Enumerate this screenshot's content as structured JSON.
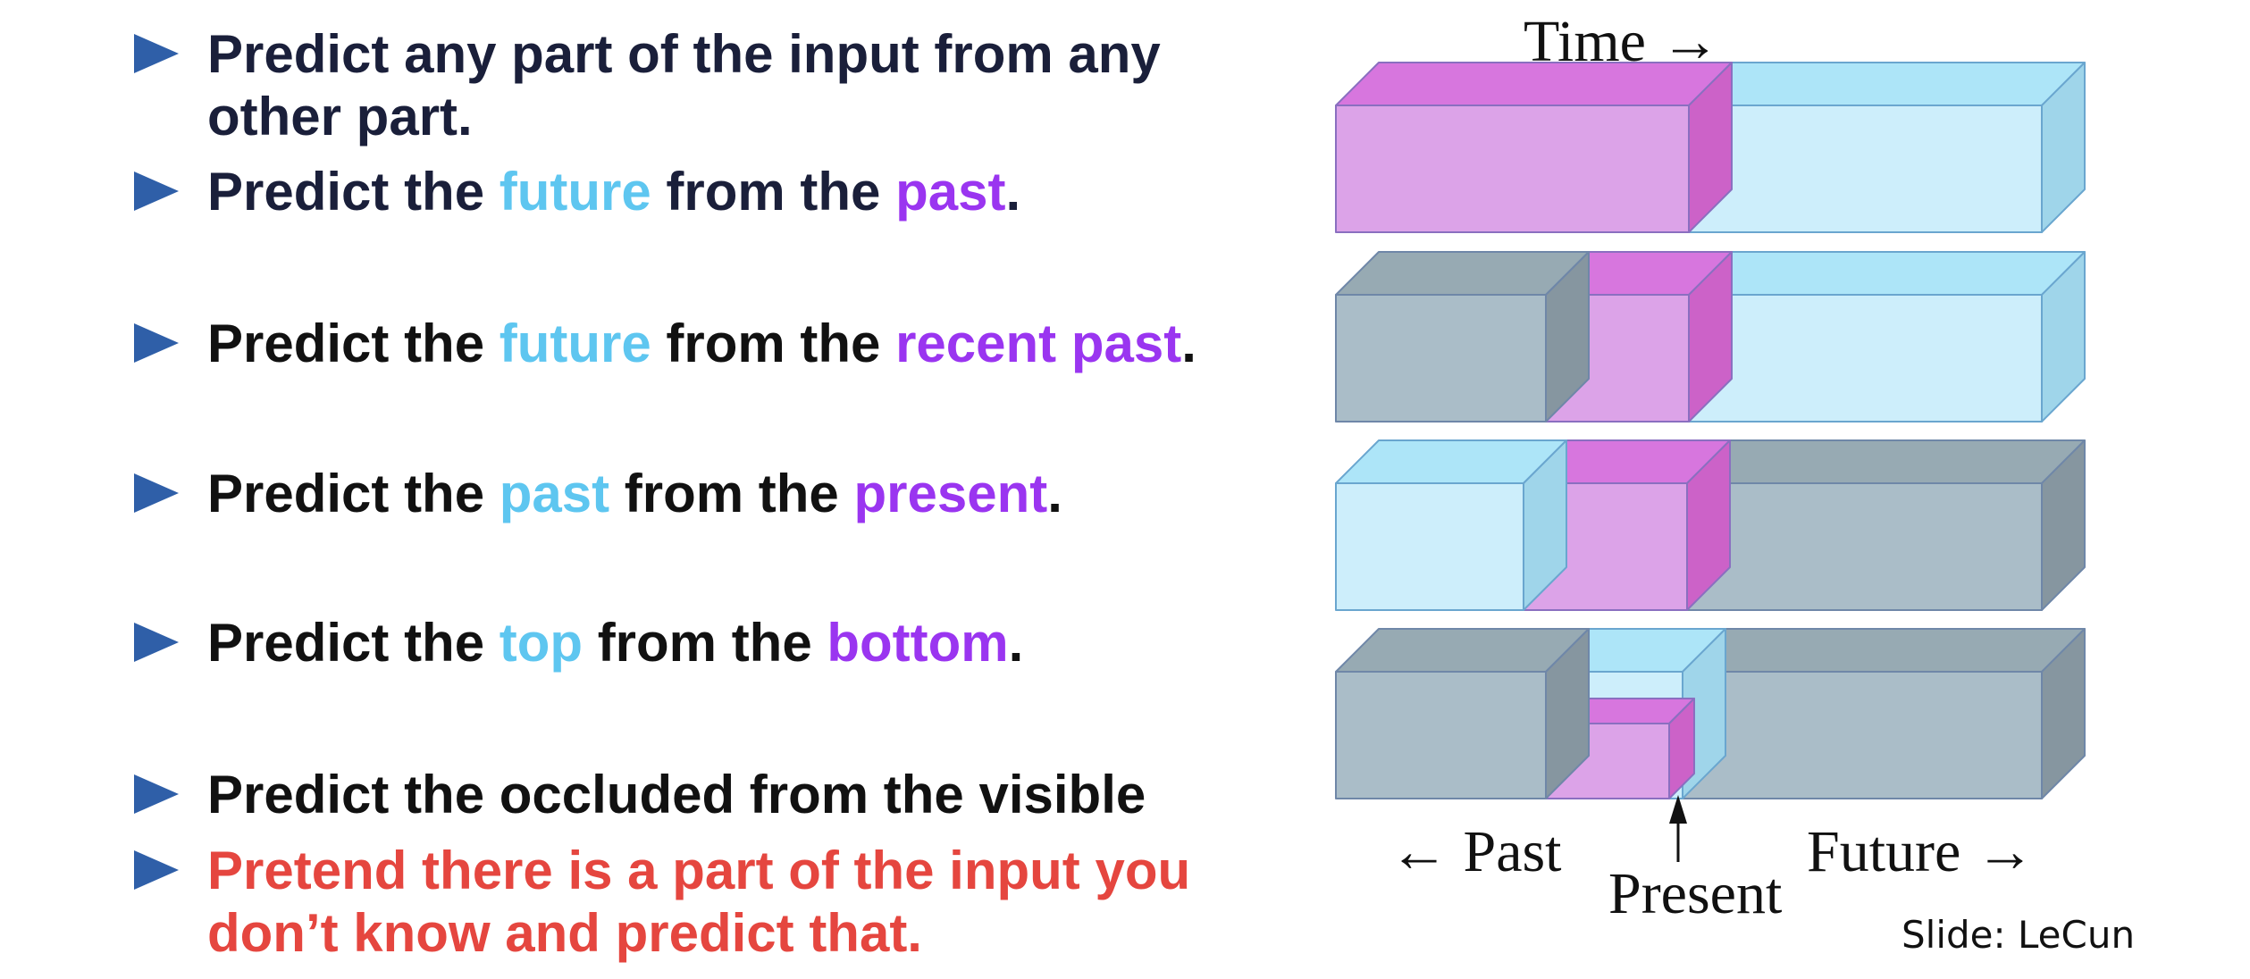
{
  "bullets": [
    {
      "style": "dark",
      "lines": [
        [
          {
            "t": "Predict any part of the input from any",
            "c": ""
          }
        ],
        [
          {
            "t": "other part.",
            "c": ""
          }
        ]
      ]
    },
    {
      "style": "dark",
      "lines": [
        [
          {
            "t": "Predict the ",
            "c": ""
          },
          {
            "t": "future",
            "c": "blue"
          },
          {
            "t": " from the ",
            "c": ""
          },
          {
            "t": "past",
            "c": "purple"
          },
          {
            "t": ".",
            "c": ""
          }
        ]
      ]
    },
    {
      "style": "black",
      "lines": [
        [
          {
            "t": "Predict the ",
            "c": ""
          },
          {
            "t": "future",
            "c": "blue"
          },
          {
            "t": " from the ",
            "c": ""
          },
          {
            "t": "recent past",
            "c": "purple"
          },
          {
            "t": ".",
            "c": ""
          }
        ]
      ]
    },
    {
      "style": "black",
      "lines": [
        [
          {
            "t": "Predict the ",
            "c": ""
          },
          {
            "t": "past",
            "c": "blue"
          },
          {
            "t": " from the ",
            "c": ""
          },
          {
            "t": "present",
            "c": "purple"
          },
          {
            "t": ".",
            "c": ""
          }
        ]
      ]
    },
    {
      "style": "black",
      "lines": [
        [
          {
            "t": "Predict the ",
            "c": ""
          },
          {
            "t": "top",
            "c": "blue"
          },
          {
            "t": " from the ",
            "c": ""
          },
          {
            "t": "bottom",
            "c": "purple"
          },
          {
            "t": ".",
            "c": ""
          }
        ]
      ]
    },
    {
      "style": "black",
      "lines": [
        [
          {
            "t": "Predict the occluded from the visible",
            "c": ""
          }
        ]
      ]
    },
    {
      "style": "red",
      "lines": [
        [
          {
            "t": "Pretend there is a part of the input you",
            "c": ""
          }
        ],
        [
          {
            "t": "don’t know and predict that.",
            "c": ""
          }
        ]
      ]
    }
  ],
  "diagram": {
    "time_label": "Time →",
    "past_label": "← Past",
    "present_label": "Present",
    "future_label": "Future →"
  },
  "credit": "Slide: LeCun",
  "colors": {
    "highlight_blue": "#5ec6f0",
    "highlight_purple": "#9a35f0",
    "red_text": "#e5463f",
    "dark_text": "#1a1f3a",
    "bullet": "#2f5fa8",
    "known_blue": "#cdeefb",
    "predict_magenta": "#dca3e8",
    "hidden_gray": "#aabdc8"
  }
}
